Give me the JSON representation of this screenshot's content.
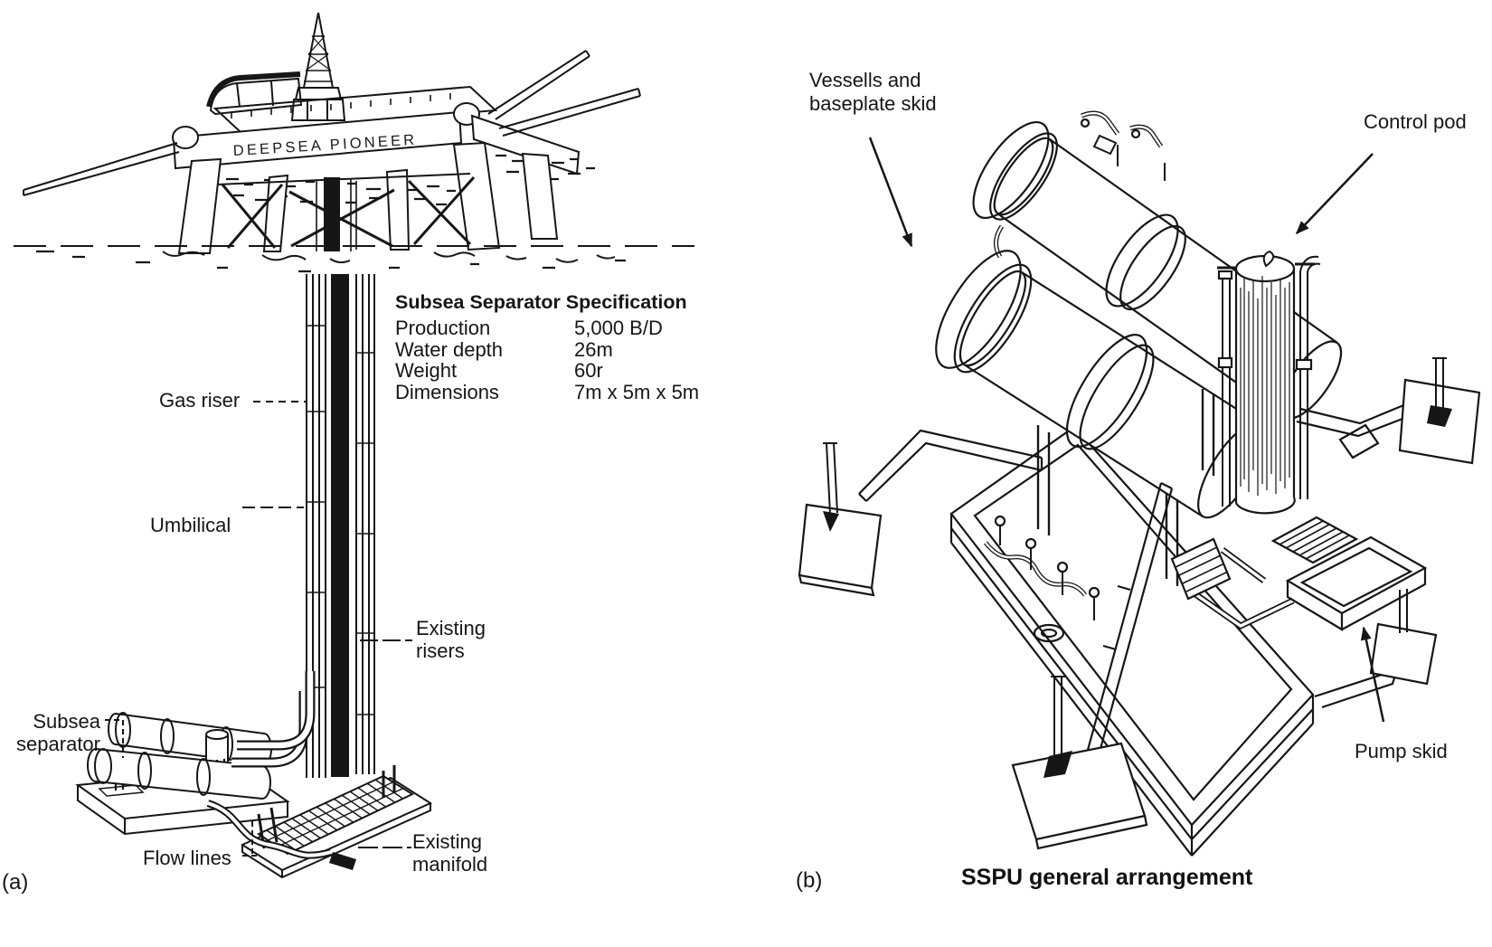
{
  "colors": {
    "ink": "#161616",
    "paper": "#ffffff"
  },
  "panel_a": {
    "caption": "(a)",
    "platform_name": "DEEPSEA PIONEER",
    "spec_title": "Subsea Separator Specification",
    "spec_rows": [
      {
        "label": "Production",
        "value": "5,000 B/D"
      },
      {
        "label": "Water depth",
        "value": "26m"
      },
      {
        "label": "Weight",
        "value": "60r"
      },
      {
        "label": "Dimensions",
        "value": "7m x 5m x 5m"
      }
    ],
    "labels": {
      "gas_riser": "Gas riser",
      "umbilical": "Umbilical",
      "existing_risers": "Existing\nrisers",
      "subsea_separator": "Subsea\nseparator",
      "flow_lines": "Flow lines",
      "existing_manifold": "Existing\nmanifold"
    }
  },
  "panel_b": {
    "caption": "(b)",
    "title": "SSPU general arrangement",
    "labels": {
      "vessels_baseplate": "Vessells and\nbaseplate skid",
      "control_pod": "Control pod",
      "pump_skid": "Pump skid"
    }
  }
}
